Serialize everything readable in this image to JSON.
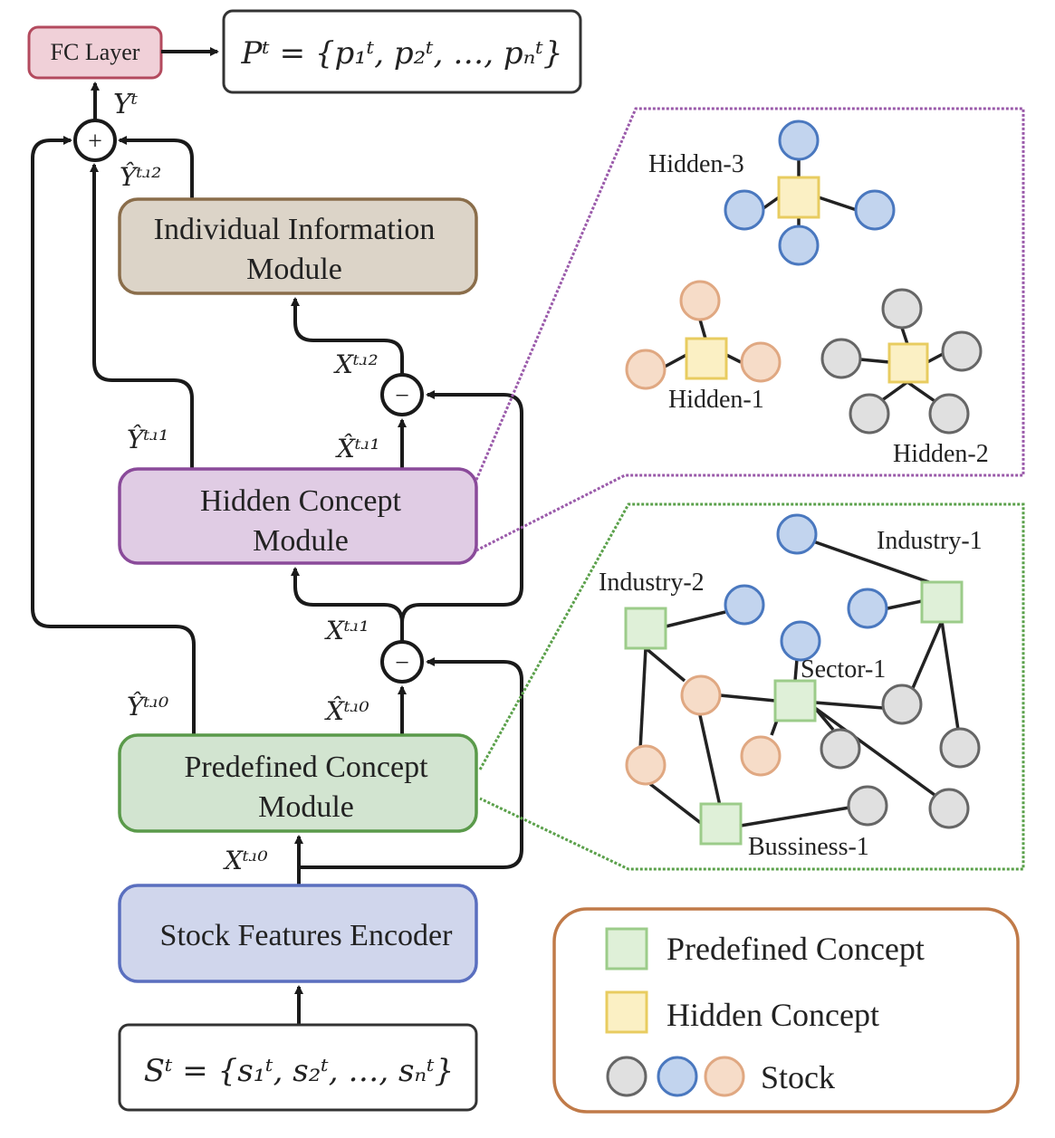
{
  "modules": {
    "fc_layer": "FC Layer",
    "output_formula": "Pᵗ = {p₁ᵗ, p₂ᵗ, …, pₙᵗ}",
    "individual": [
      "Individual Information",
      "Module"
    ],
    "hidden": [
      "Hidden Concept",
      "Module"
    ],
    "predefined": [
      "Predefined Concept",
      "Module"
    ],
    "encoder": "Stock Features Encoder",
    "input_formula": "Sᵗ = {s₁ᵗ, s₂ᵗ, …, sₙᵗ}"
  },
  "operators": {
    "plus": "+",
    "minus": "−"
  },
  "signals": {
    "y_t": "Yᵗ",
    "y_hat_t2": "Ŷᵗʴ²",
    "x_t2": "Xᵗʴ²",
    "x_hat_t1": "X̂ᵗʴ¹",
    "y_hat_t1": "Ŷᵗʴ¹",
    "x_t1": "Xᵗʴ¹",
    "y_hat_t0": "Ŷᵗʴ⁰",
    "x_hat_t0": "X̂ᵗʴ⁰",
    "x_t0": "Xᵗʴ⁰"
  },
  "hidden_panel": {
    "labels": [
      "Hidden-3",
      "Hidden-1",
      "Hidden-2"
    ]
  },
  "predefined_panel": {
    "labels": [
      "Industry-1",
      "Industry-2",
      "Sector-1",
      "Bussiness-1"
    ]
  },
  "legend": {
    "predefined": "Predefined Concept",
    "hidden": "Hidden Concept",
    "stock": "Stock"
  },
  "colors": {
    "fc_fill": "#f0d0d8",
    "fc_stroke": "#b34a5e",
    "individual_fill": "#dcd4c8",
    "individual_stroke": "#8a6d4a",
    "hidden_fill": "#e0cce4",
    "hidden_stroke": "#8a4a9a",
    "predefined_fill": "#d2e4d0",
    "predefined_stroke": "#5a9a4a",
    "encoder_fill": "#d0d6ec",
    "encoder_stroke": "#5a6fbf",
    "stock_blue": "#c2d4ee",
    "stock_blue_stroke": "#4a78bf",
    "stock_orange": "#f6dcc8",
    "stock_orange_stroke": "#e0a882",
    "stock_gray": "#e0e0e0",
    "stock_gray_stroke": "#666666",
    "hidden_concept": "#fbf0c4",
    "hidden_concept_stroke": "#e8cc60",
    "predefined_concept": "#dff0d8",
    "predefined_concept_stroke": "#9ccc8a",
    "legend_stroke": "#c07a48"
  }
}
